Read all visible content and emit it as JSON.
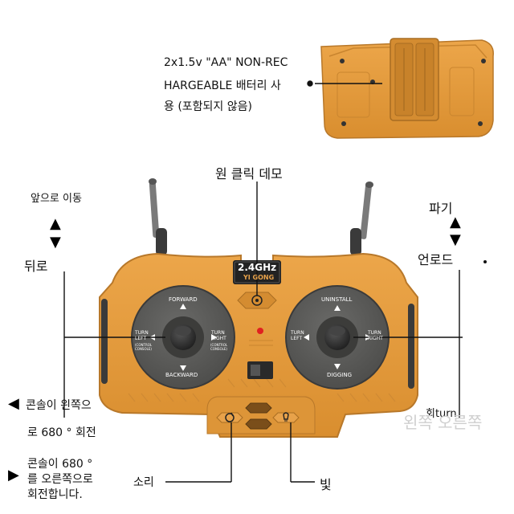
{
  "callouts": {
    "battery_line1": "2x1.5v \"AA\" NON-REC",
    "battery_line2": "HARGEABLE 배터리 사",
    "battery_line3": "용 (포함되지 않음)",
    "one_click_demo": "원 클릭 데모",
    "forward": "앞으로 이동",
    "backward": "뒤로",
    "dig": "파기",
    "unload": "언로드",
    "rotate_left_1": "콘솔이 왼쪽으",
    "rotate_left_2": "로 680 ° 회전",
    "rotate_right_1": "콘솔이 680 °",
    "rotate_right_2": "를 오른쪽으로",
    "rotate_right_3": "회전합니다.",
    "sound": "소리",
    "light": "빛",
    "right_overlay": "왼쪽 오른쪽",
    "right_fragment": "회turn"
  },
  "remote": {
    "brand_frequency": "2.4GHz",
    "brand_name": "YI GONG",
    "left_stick": {
      "up": "FORWARD",
      "down": "BACKWARD",
      "left": "TURN LEFT",
      "left_sub": "(CONTROL CONSOLE)",
      "right": "TURN RIGHT",
      "right_sub": "(CONTROL CONSOLE)"
    },
    "right_stick": {
      "up": "UNINSTALL",
      "down": "DIGGING",
      "left": "TURN LEFT",
      "right": "TURN RIGHT"
    }
  },
  "colors": {
    "body": "#e39a3a",
    "body_dark": "#b8782a",
    "dial": "#5a5a58",
    "stick": "#2e2e2e",
    "badge": "#222222",
    "led": "#e02020"
  }
}
